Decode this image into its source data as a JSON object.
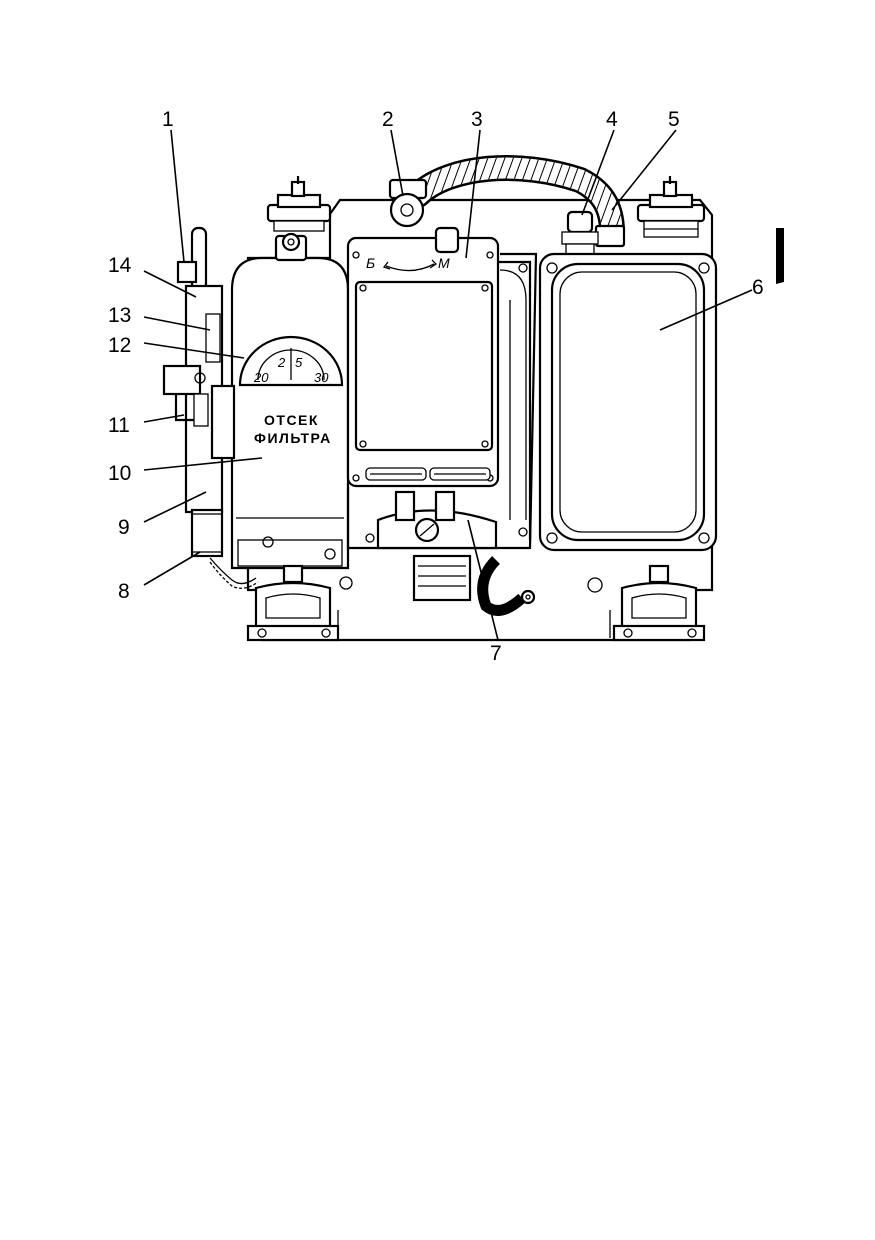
{
  "callouts": [
    {
      "id": 1,
      "text": "1"
    },
    {
      "id": 2,
      "text": "2"
    },
    {
      "id": 3,
      "text": "3"
    },
    {
      "id": 4,
      "text": "4"
    },
    {
      "id": 5,
      "text": "5"
    },
    {
      "id": 6,
      "text": "6"
    },
    {
      "id": 7,
      "text": "7"
    },
    {
      "id": 8,
      "text": "8"
    },
    {
      "id": 9,
      "text": "9"
    },
    {
      "id": 10,
      "text": "10"
    },
    {
      "id": 11,
      "text": "11"
    },
    {
      "id": 12,
      "text": "12"
    },
    {
      "id": 13,
      "text": "13"
    },
    {
      "id": 14,
      "text": "14"
    }
  ],
  "filter_plate": {
    "line1": "ОТСЕК",
    "line2": "ФИЛЬТРА"
  },
  "dial": {
    "marks": [
      "20",
      "2",
      "5",
      "30"
    ]
  },
  "switch_arrow": {
    "left": "Б",
    "right": "М"
  },
  "colors": {
    "ink": "#000000",
    "paper": "#ffffff"
  }
}
